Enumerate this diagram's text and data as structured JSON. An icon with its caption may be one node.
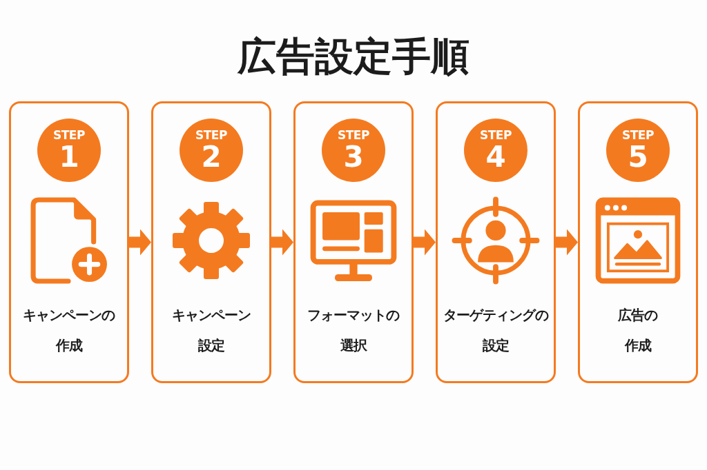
{
  "diagram": {
    "title": "広告設定手順",
    "nodes": [
      {
        "text": [
          "キャンペーンの作成"
        ]
      },
      {
        "text": [
          "STEP",
          "1"
        ],
        "in": 0
      },
      {
        "text": [
          "キャンペーン設定"
        ]
      },
      {
        "text": [
          "STEP",
          "2"
        ],
        "in": 2
      },
      {
        "text": [
          "フォーマットの選択"
        ]
      },
      {
        "text": [
          "STEP",
          "3"
        ],
        "in": 4
      },
      {
        "text": [
          "ターゲティングの設定"
        ]
      },
      {
        "text": [
          "STEP",
          "4"
        ],
        "in": 6
      },
      {
        "text": [
          "広告の作成"
        ]
      },
      {
        "text": [
          "STEP",
          "5"
        ],
        "in": 8
      }
    ],
    "edges": [
      {
        "from": 0,
        "to": 2,
        "arrow": "to"
      },
      {
        "from": 2,
        "to": 4,
        "arrow": "to"
      },
      {
        "from": 4,
        "to": 6,
        "arrow": "to"
      },
      {
        "from": 6,
        "to": 8,
        "arrow": "to"
      }
    ]
  }
}
